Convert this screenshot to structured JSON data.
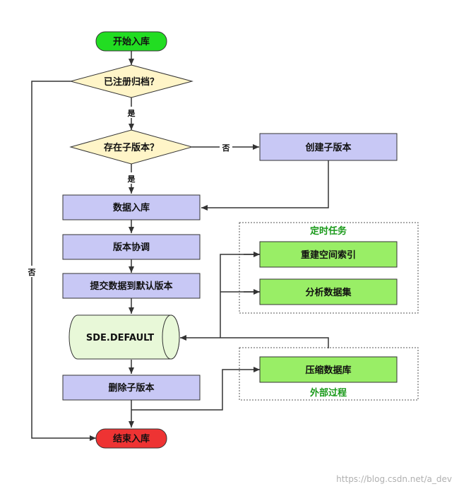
{
  "nodes": {
    "start": "开始入库",
    "registered_q": "已注册归档？",
    "child_version_q": "存在子版本？",
    "create_child": "创建子版本",
    "data_load": "数据入库",
    "reconcile": "版本协调",
    "post_default": "提交数据到默认版本",
    "sde_default": "SDE.DEFAULT",
    "delete_child": "删除子版本",
    "end": "结束入库",
    "rebuild_index": "重建空间索引",
    "analyze": "分析数据集",
    "compress": "压缩数据库"
  },
  "groups": {
    "scheduled": "定时任务",
    "external": "外部过程"
  },
  "edge_labels": {
    "yes1": "是",
    "yes2": "是",
    "no_right": "否",
    "no_left": "否"
  },
  "watermark": "https://blog.csdn.net/a_dev",
  "colors": {
    "start_fill": "#22dd22",
    "end_fill": "#ee3333",
    "decision_fill": "#fff5c8",
    "process_fill": "#c8c8f5",
    "green_fill": "#99ee66",
    "cylinder_fill": "#e8f8d8",
    "group_title": "#1a9a1a"
  }
}
